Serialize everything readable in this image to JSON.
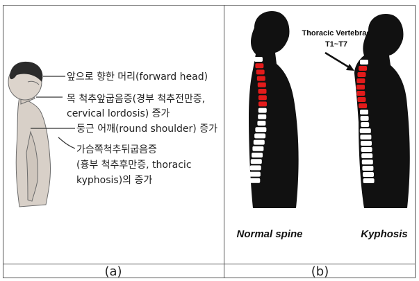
{
  "panel_a": {
    "caption": "(a)",
    "annotations": [
      "앞으로 향한 머리(forward head)",
      "목 척추앞굽음증(경부 척추전만증,",
      "cervical lordosis) 증가",
      "둥근 어깨(round shoulder) 증가",
      "가슴쪽척추뒤굽음증",
      "(흉부 척추후만증, thoracic",
      "kyphosis)의 증가"
    ]
  },
  "panel_b": {
    "caption": "(b)",
    "thoracic_label_line1": "Thoracic Vertebrae",
    "thoracic_label_line2": "T1~T7",
    "normal_label": "Normal spine",
    "kyphosis_label": "Kyphosis"
  },
  "colors": {
    "silhouette": "#111111",
    "thoracic_vertebrae": "#e31b1b",
    "other_vertebrae": "#ffffff"
  }
}
